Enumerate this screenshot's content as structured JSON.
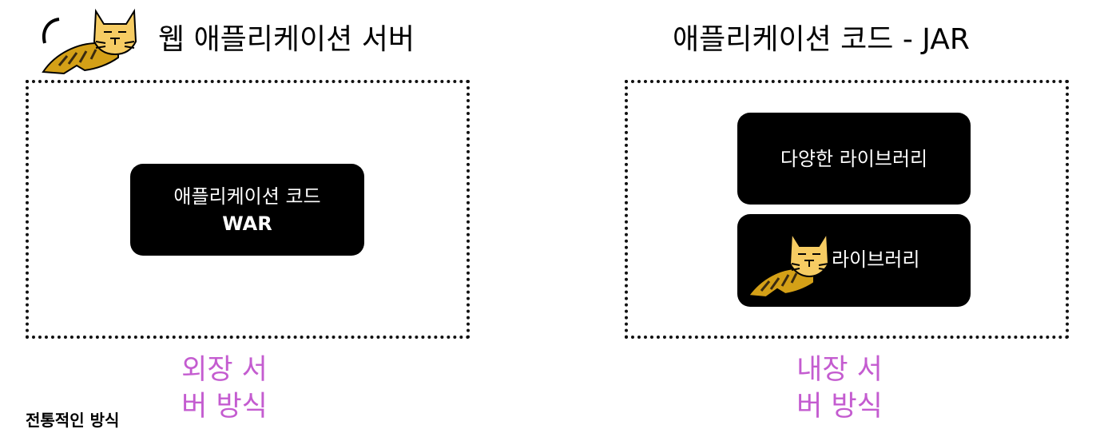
{
  "colors": {
    "caption": "#c45cd0",
    "block": "#000000",
    "block_text": "#ffffff",
    "tomcat_body": "#d4a017",
    "tomcat_face": "#f6cc63",
    "tomcat_stripe": "#3a2a10"
  },
  "left": {
    "title": "웹 애플리케이션 서버",
    "logo_icon": "tomcat-logo-icon",
    "app_block": {
      "line1": "애플리케이션 코드",
      "line2": "WAR"
    },
    "caption": "외장 서\n버 방식",
    "note": "전통적인 방식"
  },
  "right": {
    "title": "애플리케이션 코드 - JAR",
    "library_block": {
      "label": "다양한 라이브러리"
    },
    "tomcat_block": {
      "label": "라이브러리",
      "icon": "tomcat-logo-icon"
    },
    "caption": "내장 서\n버 방식"
  }
}
